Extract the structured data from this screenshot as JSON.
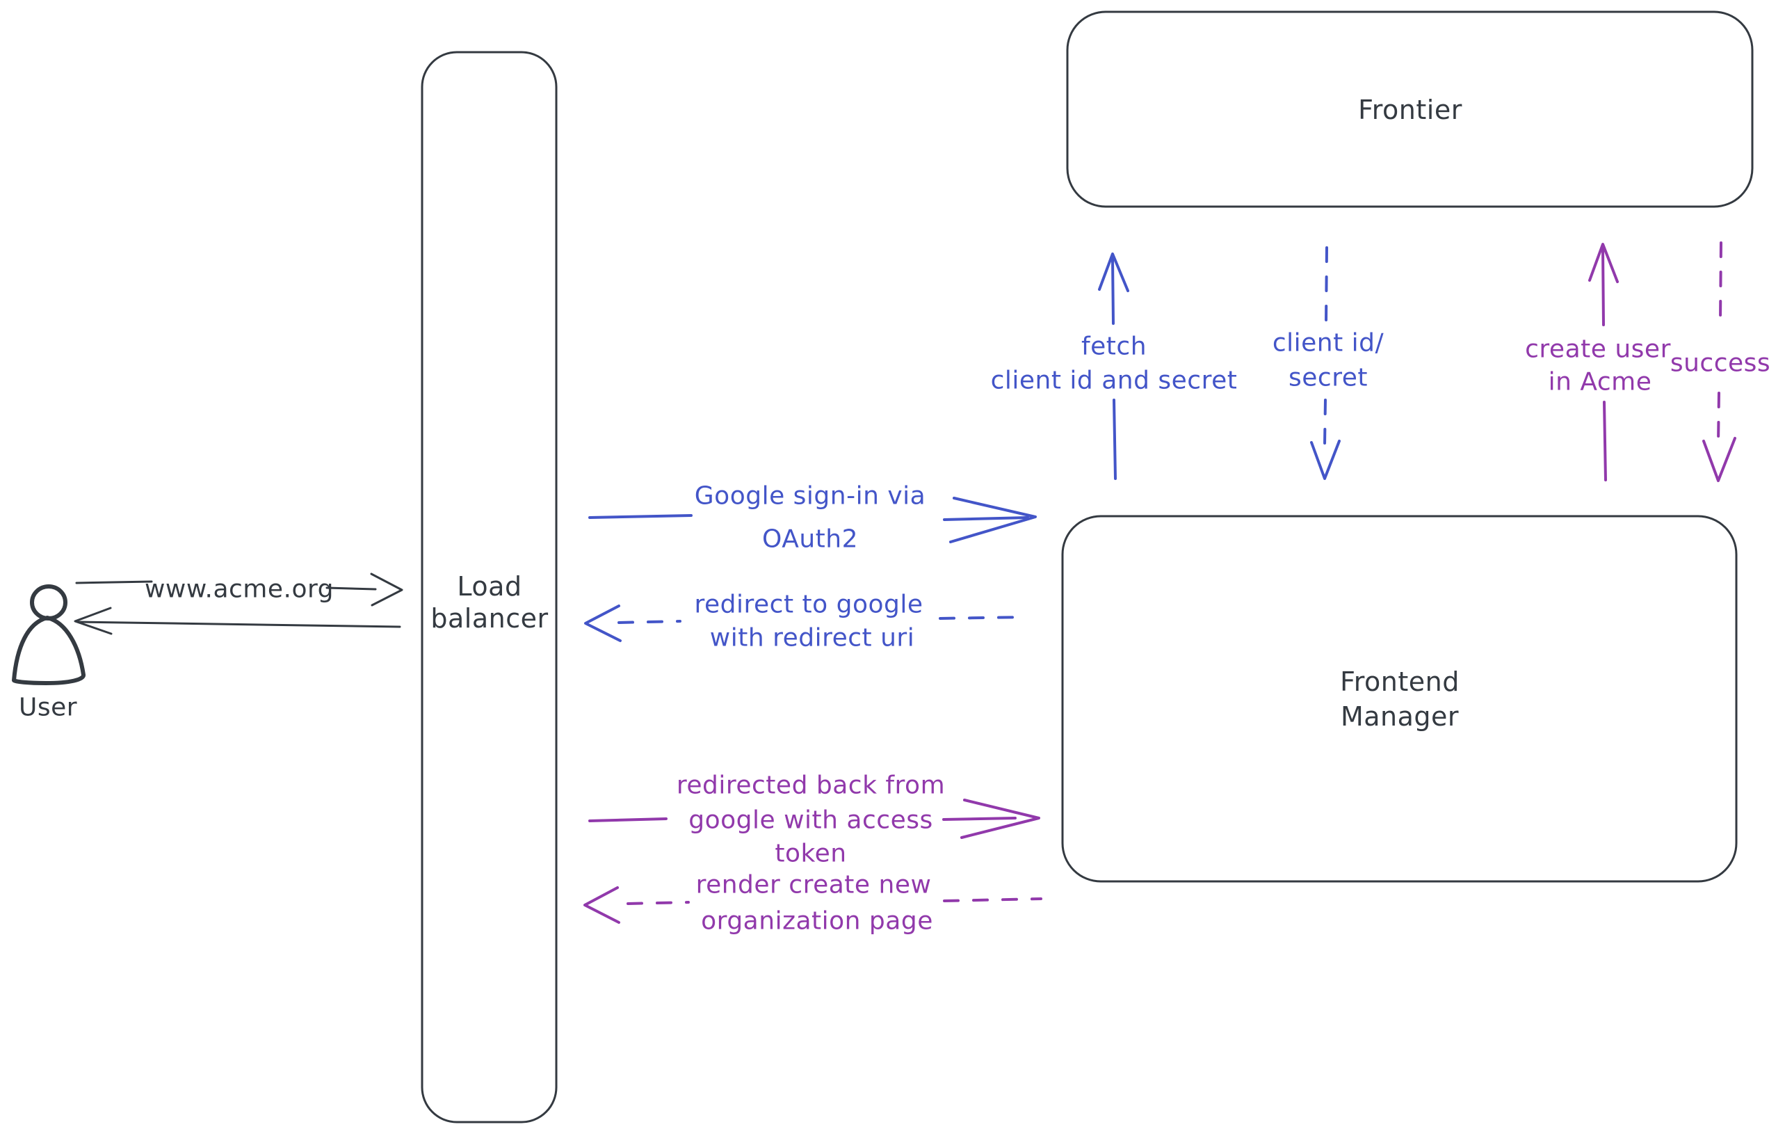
{
  "colors": {
    "ink": "#343a41",
    "blue": "#4355c8",
    "purple": "#9139ab",
    "hatch": "#ccd5de",
    "background": "#ffffff"
  },
  "actors": {
    "user": {
      "label": "User"
    }
  },
  "nodes": {
    "load_balancer": {
      "line1": "Load",
      "line2": "balancer"
    },
    "frontier": {
      "label": "Frontier"
    },
    "frontend_manager": {
      "line1": "Frontend",
      "line2": "Manager"
    }
  },
  "edges": {
    "acme_request": {
      "label": "www.acme.org",
      "style": "solid"
    },
    "acme_response": {
      "style": "solid"
    },
    "google_signin": {
      "line1": "Google sign-in via",
      "line2": "OAuth2",
      "style": "solid"
    },
    "redirect_to_google": {
      "line1": "redirect to google",
      "line2": "with redirect uri",
      "style": "dashed"
    },
    "fetch_secret": {
      "line1": "fetch",
      "line2": "client id and secret",
      "style": "solid"
    },
    "client_id_secret": {
      "line1": "client id/",
      "line2": "secret",
      "style": "dashed"
    },
    "create_user": {
      "line1": "create user",
      "line2": "in Acme",
      "style": "solid"
    },
    "success": {
      "label": "success",
      "style": "dashed"
    },
    "redirected_back": {
      "line1": "redirected back from",
      "line2": "google with access",
      "line3": "token",
      "style": "solid"
    },
    "render_org_page": {
      "line1": "render create new",
      "line2": "organization page",
      "style": "dashed"
    }
  }
}
